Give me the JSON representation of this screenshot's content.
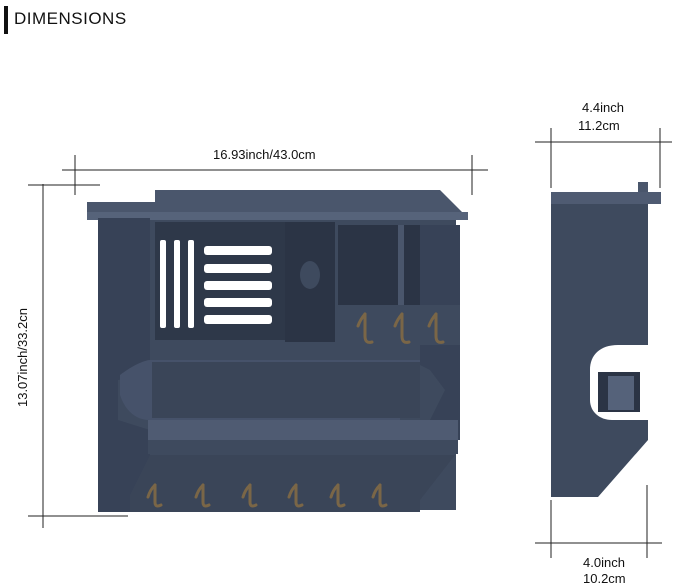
{
  "header": {
    "title": "DIMENSIONS"
  },
  "front_view": {
    "width_label": "16.93inch/43.0cm",
    "height_label": "13.07inch/33.2cn",
    "top_hook_count": 3,
    "bottom_hook_count": 6
  },
  "side_view": {
    "top_depth_in": "4.4inch",
    "top_depth_cm": "11.2cm",
    "bottom_depth_in": "4.0inch",
    "bottom_depth_cm": "10.2cm"
  },
  "colors": {
    "wood": "#3e4a5e",
    "wood_dark": "#2b3445",
    "wood_light": "#56637a",
    "hook": "#7a6647",
    "line": "#222222"
  }
}
